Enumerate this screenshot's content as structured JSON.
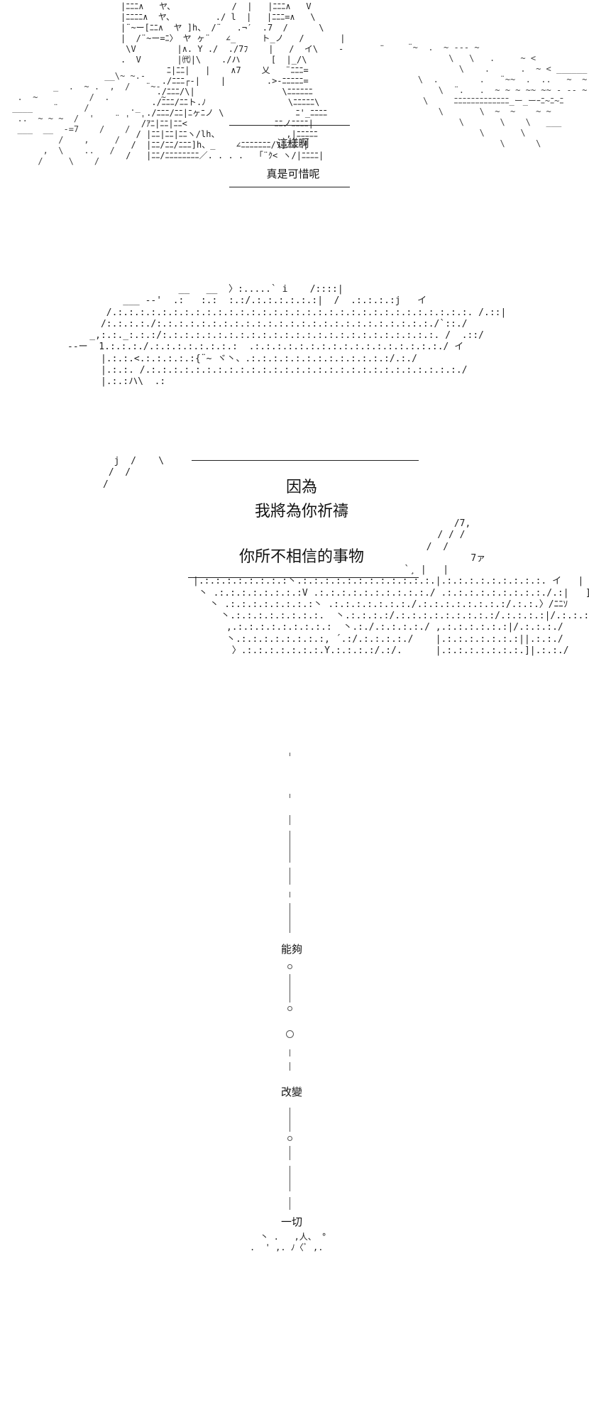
{
  "panel1": {
    "caption_lines": [
      "這樣啊",
      "真是可惜呢"
    ]
  },
  "panel2": {
    "caption_lines": [
      "因為",
      "我將為你祈禱",
      "你所不相信的事物"
    ]
  },
  "panel3": {
    "caption_lines": [
      "能夠",
      "改變",
      "一切"
    ]
  }
}
